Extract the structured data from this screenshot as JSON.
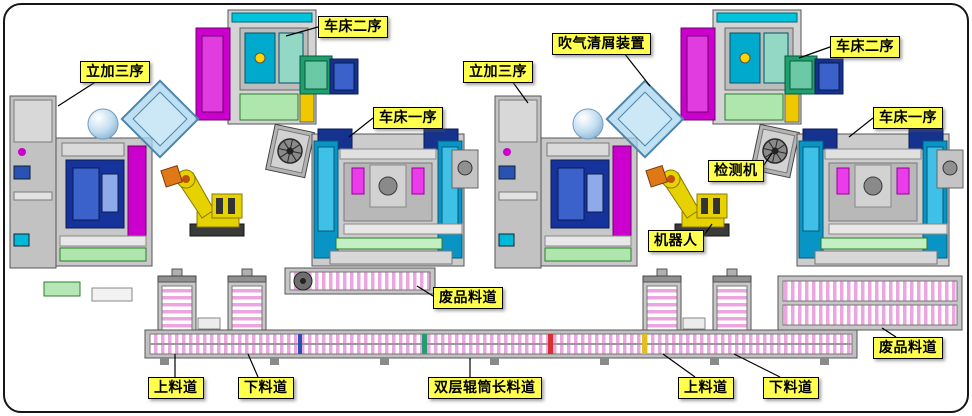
{
  "diagram": {
    "type": "factory-production-line-layout",
    "background": "#ffffff"
  },
  "labels": [
    {
      "id": "lathe-seq2-left",
      "text": "车床二序"
    },
    {
      "id": "vmc-seq3-left",
      "text": "立加三序"
    },
    {
      "id": "air-blow-chip-cleaner",
      "text": "吹气清屑装置"
    },
    {
      "id": "lathe-seq2-right",
      "text": "车床二序"
    },
    {
      "id": "vmc-seq3-right",
      "text": "立加三序"
    },
    {
      "id": "lathe-seq1-left",
      "text": "车床一序"
    },
    {
      "id": "lathe-seq1-right",
      "text": "车床一序"
    },
    {
      "id": "inspection-machine",
      "text": "检测机"
    },
    {
      "id": "robot",
      "text": "机器人"
    },
    {
      "id": "scrap-chute-left",
      "text": "废品料道"
    },
    {
      "id": "scrap-chute-right",
      "text": "废品料道"
    },
    {
      "id": "loading-chute-left",
      "text": "上料道"
    },
    {
      "id": "unloading-chute-left",
      "text": "下料道"
    },
    {
      "id": "double-roller-conveyor",
      "text": "双层辊筒长料道"
    },
    {
      "id": "loading-chute-right",
      "text": "上料道"
    },
    {
      "id": "unloading-chute-right",
      "text": "下料道"
    }
  ],
  "colors": {
    "label_bg": "#ffff4d",
    "label_border": "#000000",
    "label_text": "#000000",
    "machine_magenta": "#cc00cc",
    "machine_cyan": "#0894c4",
    "machine_navy": "#15328e",
    "robot_yellow": "#e6d200",
    "robot_gripper_orange": "#e07818",
    "conveyor_stripe_pink": "#eba6e0",
    "base_green": "#aee6ae",
    "body_gray": "#c8c8c8",
    "glass_blue": "#aad6ee"
  }
}
